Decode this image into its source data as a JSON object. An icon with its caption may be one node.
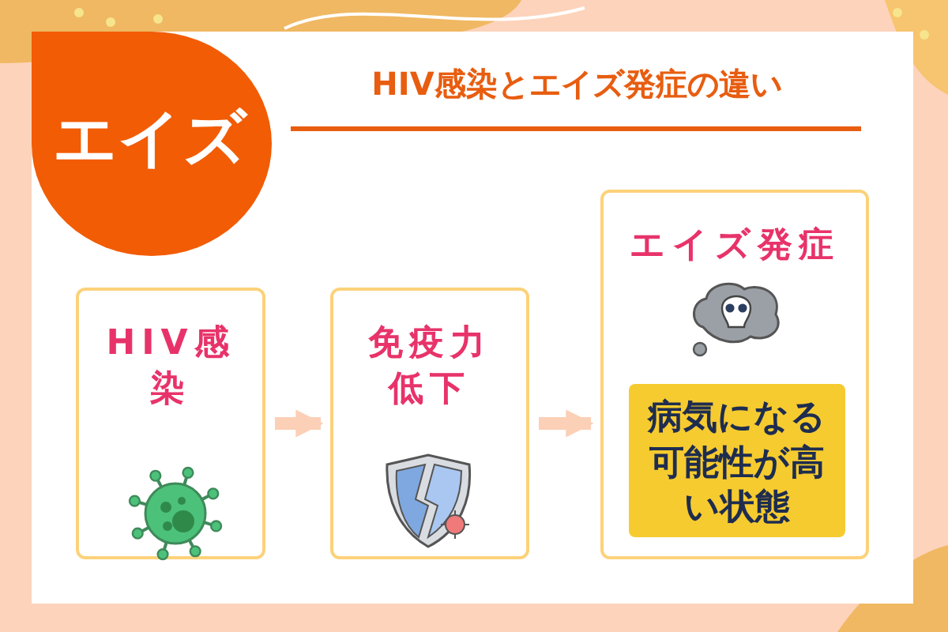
{
  "diagram": {
    "title": "HIV感染とエイズ発症の違い",
    "nodes": [
      {
        "text": [
          "エイズ"
        ]
      },
      {
        "text": [
          "HIV感染"
        ]
      },
      {
        "text": [
          "免疫力低下"
        ]
      },
      {
        "text": [
          "エイズ発症"
        ]
      },
      {
        "text": [
          "病気になる可能性が高い状態"
        ],
        "in": 3
      }
    ],
    "edges": [
      {
        "from": 1,
        "to": 2,
        "arrow": "to"
      },
      {
        "from": 2,
        "to": 3,
        "arrow": "to"
      }
    ]
  }
}
